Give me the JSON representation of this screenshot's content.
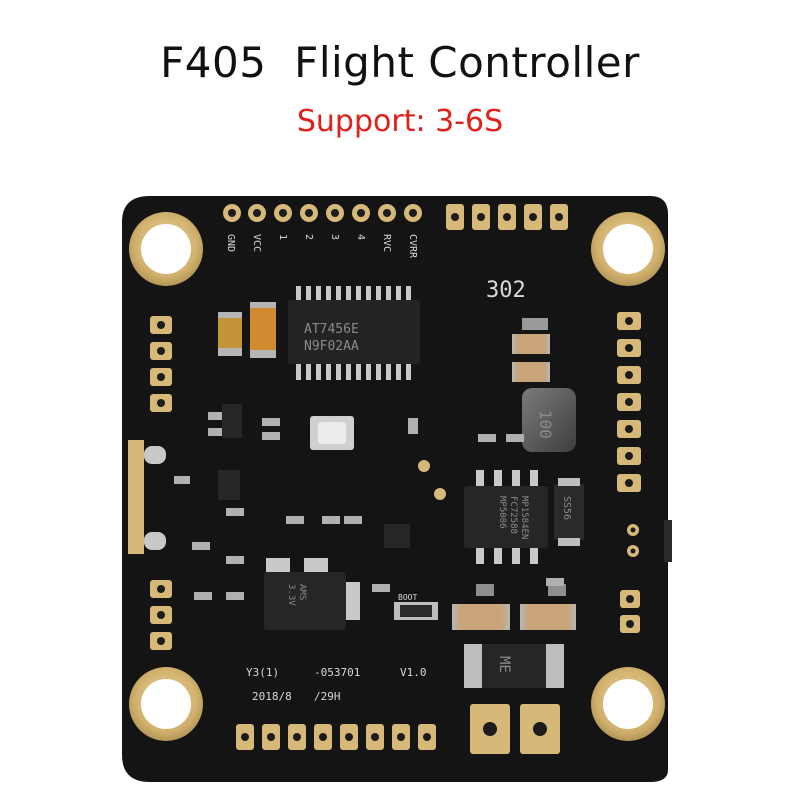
{
  "header": {
    "title": "F405  Flight Controller",
    "subtitle": "Support: 3-6S"
  },
  "board": {
    "label_code": "302",
    "pin_labels": [
      "GND",
      "VCC",
      "1",
      "2",
      "3",
      "4",
      "RVC",
      "CVRR"
    ],
    "main_chip": [
      "AT7456E",
      "N9F02AA"
    ],
    "small_chip": [
      "AMS",
      "3.3V"
    ],
    "regulator_chip": [
      "MP1584EN",
      "FC72588",
      "MP5006"
    ],
    "inductor_text": "100",
    "diode_text": "SS56",
    "me_text": "ME",
    "boot_text": "BOOT",
    "silk_line1": [
      "Y3(1)",
      "-053701",
      "V1.0"
    ],
    "silk_line2": [
      "2018/8",
      "/29H"
    ],
    "colors": {
      "board": "#141414",
      "pad_gold": "#d6b978",
      "pad_hole": "#ffffff",
      "subtitle": "#e0201b"
    }
  }
}
